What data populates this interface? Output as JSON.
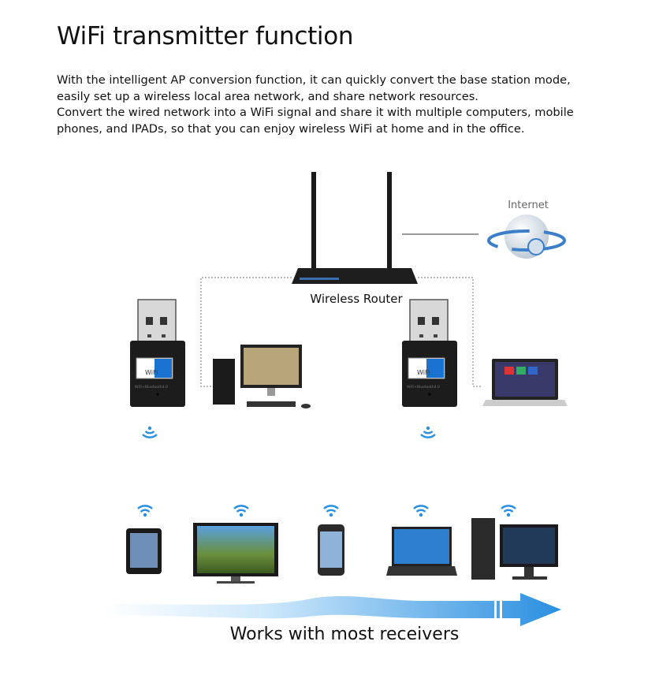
{
  "title": "WiFi transmitter function",
  "description": [
    "With the intelligent AP conversion function, it can quickly convert the base station mode,",
    "easily set up a wireless local area network, and share network resources.",
    "Convert the wired network into a WiFi signal and share it with multiple computers, mobile",
    "phones, and IPADs, so that you can enjoy wireless WiFi at home and in the office."
  ],
  "diagram": {
    "internet_label": "Internet",
    "router_label": "Wireless Router",
    "dongle_badge": "WiFi",
    "dongle_subtext": "WiFi+Bluetooth4.0",
    "footer_label": "Works with most receivers"
  },
  "colors": {
    "accent": "#2a8fe0",
    "arrow_light": "#cfe9fb"
  },
  "icons": [
    "wifi-signal-icon",
    "globe-icon",
    "router-icon",
    "usb-dongle-icon",
    "desktop-pc-icon",
    "laptop-icon",
    "tablet-icon",
    "tv-icon",
    "smartphone-icon",
    "tower-pc-icon"
  ]
}
